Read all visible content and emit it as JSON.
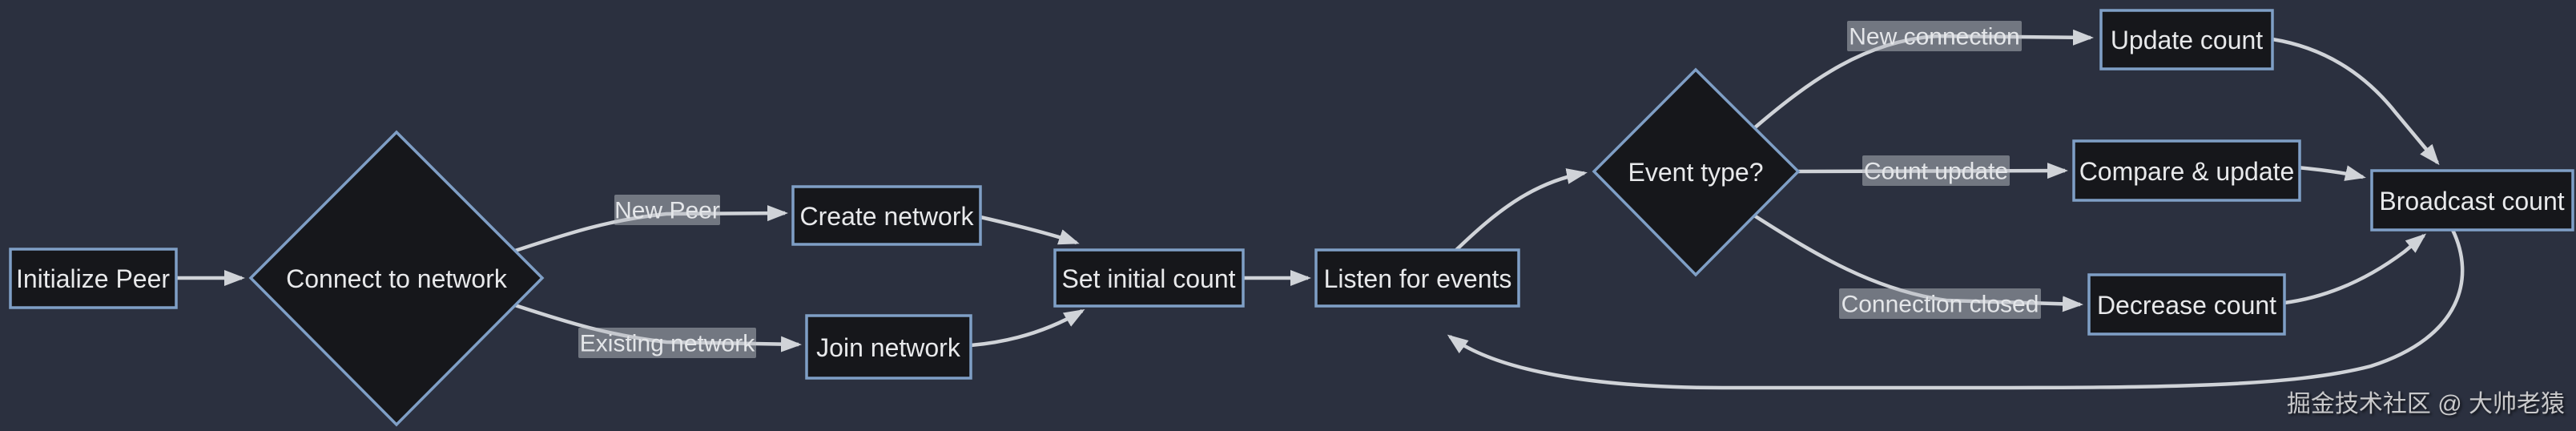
{
  "diagram": {
    "colors": {
      "background": "#2b303f",
      "node_fill": "#16171b",
      "node_border": "#7f9fc6",
      "node_text": "#e8e9eb",
      "edge": "#d0d3d8",
      "edge_label_bg": "#b9bec3",
      "edge_label_text": "#e4e6e9",
      "watermark": "#c9c9cb"
    },
    "nodes": {
      "initialize": "Initialize Peer",
      "connect": "Connect to network",
      "create": "Create network",
      "join": "Join network",
      "set_initial": "Set initial count",
      "listen": "Listen for events",
      "event_type": "Event type?",
      "update": "Update count",
      "compare": "Compare & update",
      "decrease": "Decrease count",
      "broadcast": "Broadcast count"
    },
    "edge_labels": {
      "new_peer": "New Peer",
      "existing_network": "Existing network",
      "new_connection": "New connection",
      "count_update": "Count update",
      "connection_closed": "Connection closed"
    },
    "watermark": "掘金技术社区 @ 大帅老猿"
  }
}
